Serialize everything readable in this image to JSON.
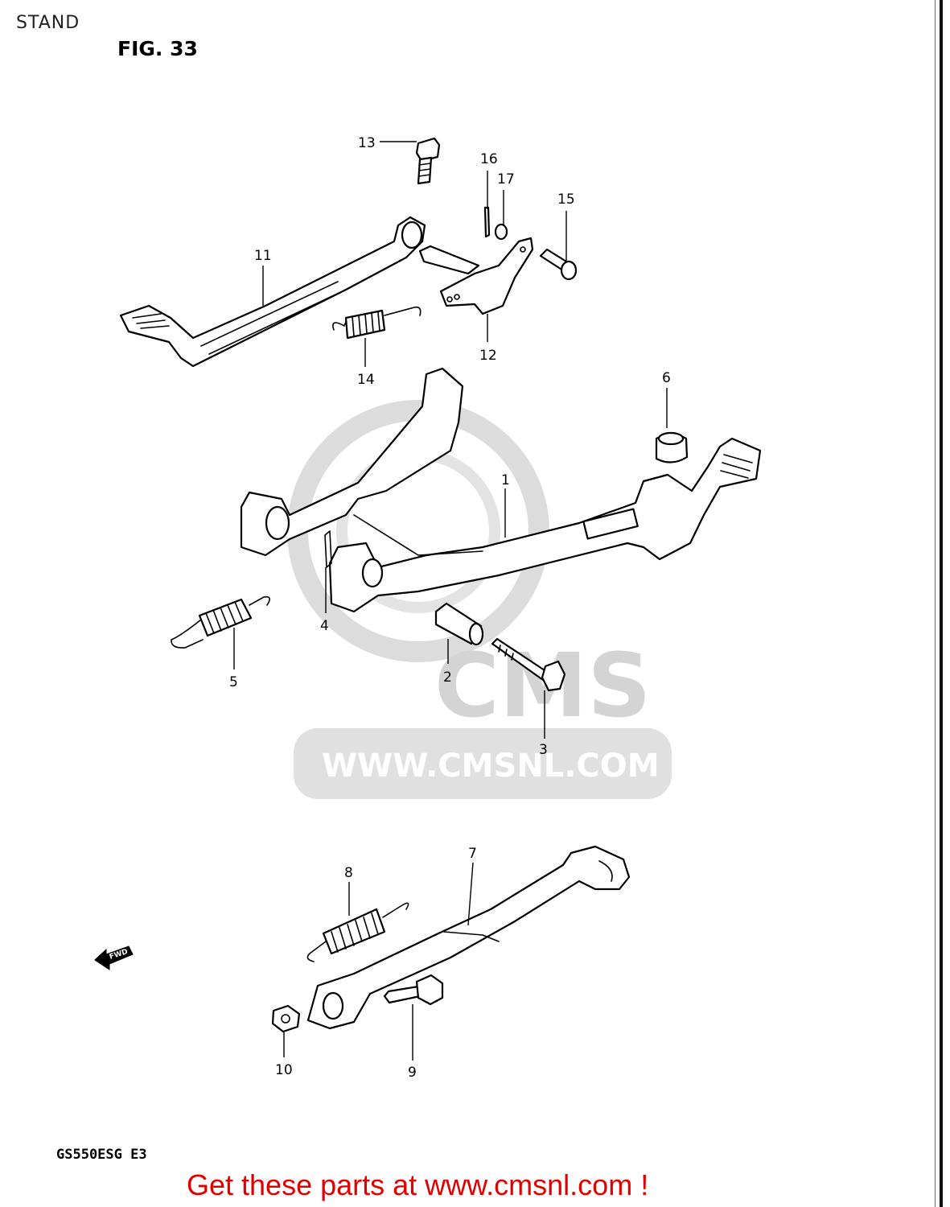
{
  "page": {
    "section_title": "STAND",
    "figure_label": "FIG. 33",
    "model_code": "GS550ESG  E3",
    "cta_text": "Get these parts at www.cmsnl.com !"
  },
  "watermark": {
    "brand": "CMS",
    "url": "WWW.CMSNL.COM"
  },
  "direction_arrow": "FWD",
  "callouts": [
    "1",
    "2",
    "3",
    "4",
    "5",
    "6",
    "7",
    "8",
    "9",
    "10",
    "11",
    "12",
    "13",
    "14",
    "15",
    "16",
    "17"
  ],
  "colors": {
    "cta": "#e00000",
    "watermark": "#d4d4d4",
    "ink": "#000000"
  }
}
